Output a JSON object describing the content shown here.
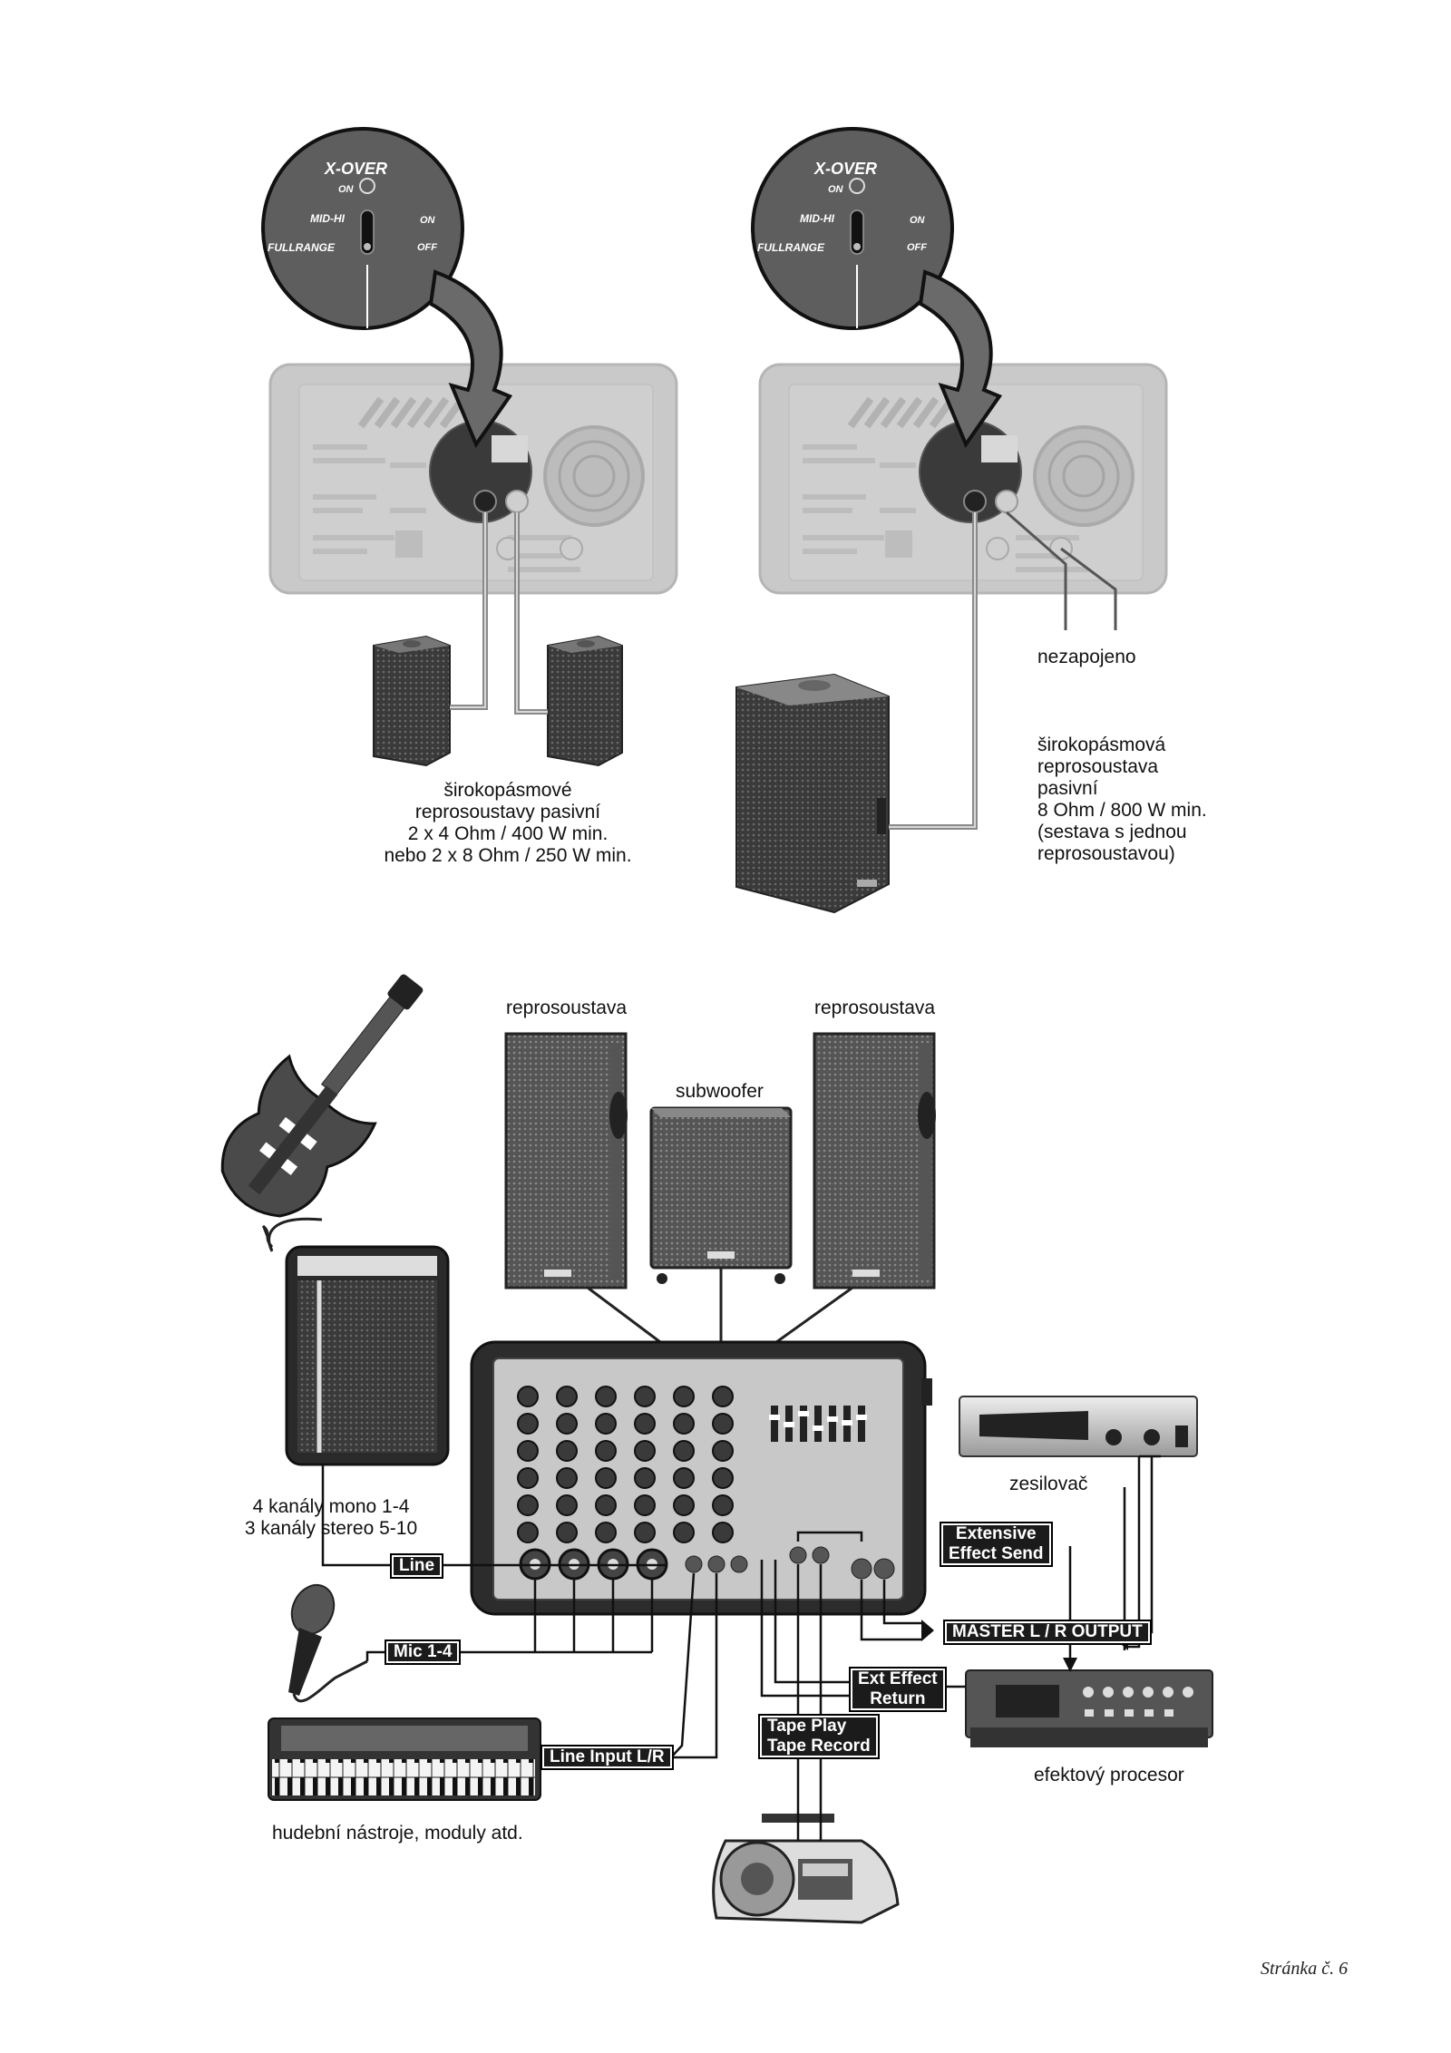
{
  "xover_knob": {
    "title": "X-OVER",
    "on_top": "ON",
    "mid_hi": "MID-HI",
    "fullrange": "FULLRANGE",
    "on_right": "ON",
    "off_right": "OFF"
  },
  "top_left": {
    "caption_lines": [
      "širokopásmové",
      "reprosoustavy pasivní",
      "2 x 4 Ohm / 400 W min.",
      "nebo 2 x 8 Ohm / 250 W min."
    ]
  },
  "top_right": {
    "not_connected": "nezapojeno",
    "caption_lines": [
      "širokopásmová",
      "reprosoustava",
      "pasivní",
      "8 Ohm / 800 W min.",
      "(sestava s jednou",
      "reprosoustavou)"
    ]
  },
  "bottom": {
    "speaker_left": "reprosoustava",
    "speaker_right": "reprosoustava",
    "subwoofer": "subwoofer",
    "channels_line1": "4 kanály mono 1-4",
    "channels_line2": "3 kanály stereo 5-10",
    "amplifier": "zesilovač",
    "effects_processor": "efektový procesor",
    "instruments": "hudební nástroje, moduly atd.",
    "tags": {
      "line": "Line",
      "mic": "Mic 1-4",
      "line_input": "Line Input L/R",
      "tape_play": "Tape Play",
      "tape_record": "Tape Record",
      "ext_return_1": "Ext Effect",
      "ext_return_2": "Return",
      "ext_send_1": "Extensive",
      "ext_send_2": "Effect Send",
      "master": "MASTER L / R OUTPUT"
    }
  },
  "page_number": "Stránka č. 6"
}
